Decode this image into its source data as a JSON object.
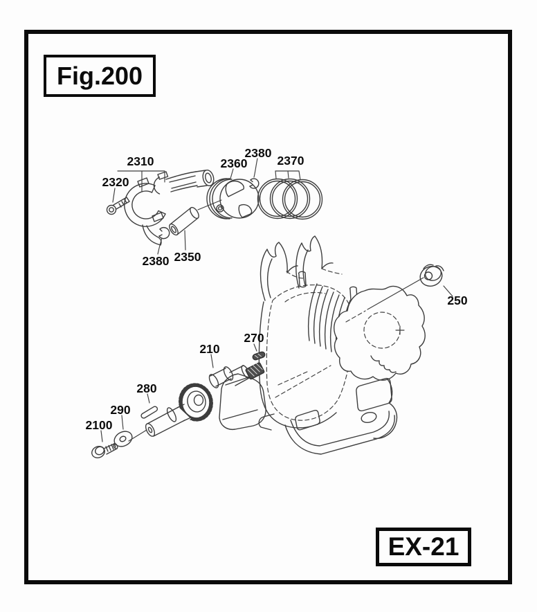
{
  "figure": {
    "title": "Fig.200",
    "page_code": "EX-21"
  },
  "colors": {
    "background": "#ffffff",
    "ink": "#0b0b0b",
    "line": "#3d3d3d"
  },
  "part_labels": {
    "connecting_rod": "2310",
    "rod_bolt": "2320",
    "snap_ring_a": "2380",
    "piston": "2360",
    "piston_rings": "2370",
    "snap_ring_b": "2380",
    "piston_pin": "2350",
    "flange_nut": "250",
    "key_a": "270",
    "crankshaft": "210",
    "key_b": "280",
    "washer": "290",
    "flange_bolt": "2100"
  }
}
